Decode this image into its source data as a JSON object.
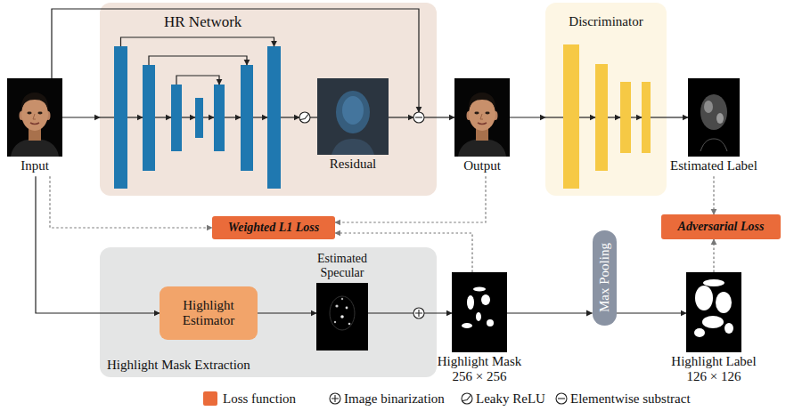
{
  "diagram": {
    "nodes": [
      {
        "text": [
          "Input"
        ]
      },
      {
        "text": [
          "HR Network"
        ]
      },
      {
        "text": [
          "Residual"
        ],
        "in": 1
      },
      {
        "text": [
          "Output"
        ]
      },
      {
        "text": [
          "Discriminator"
        ]
      },
      {
        "text": [
          "Estimated Label"
        ]
      },
      {
        "text": [
          "Weighted L1 Loss"
        ]
      },
      {
        "text": [
          "Adversarial Loss"
        ]
      },
      {
        "text": [
          "Highlight Mask Extraction"
        ]
      },
      {
        "text": [
          "Highlight Estimator"
        ],
        "in": 8
      },
      {
        "text": [
          "Estimated Specular"
        ],
        "in": 8
      },
      {
        "text": [
          "Highlight Mask",
          "256 × 256"
        ]
      },
      {
        "text": [
          "Max Pooling"
        ]
      },
      {
        "text": [
          "Highlight Label",
          "126 × 126"
        ]
      }
    ],
    "edges": [
      {
        "from": 0,
        "to": 1,
        "arrow": "to"
      },
      {
        "from": 1,
        "to": 3,
        "arrow": "to"
      },
      {
        "from": 3,
        "to": 4,
        "arrow": "to"
      },
      {
        "from": 4,
        "to": 5,
        "arrow": "to"
      },
      {
        "from": 5,
        "to": 7,
        "arrow": "to"
      },
      {
        "from": 13,
        "to": 7,
        "arrow": "to"
      },
      {
        "from": 0,
        "to": 6,
        "arrow": "to"
      },
      {
        "from": 3,
        "to": 6,
        "arrow": "to"
      },
      {
        "from": 11,
        "to": 6,
        "arrow": "to"
      },
      {
        "from": 0,
        "to": 9,
        "arrow": "to"
      },
      {
        "from": 9,
        "to": 10,
        "arrow": "to"
      },
      {
        "from": 10,
        "to": 11,
        "arrow": "to"
      },
      {
        "from": 11,
        "to": 12,
        "arrow": "to"
      },
      {
        "from": 12,
        "to": 13,
        "arrow": "to"
      }
    ],
    "legend": [
      {
        "text": "Loss function",
        "color": "#ea6b3a"
      },
      {
        "text": "Image binarization"
      },
      {
        "text": "Leaky ReLU"
      },
      {
        "text": "Elementwise substract"
      }
    ]
  }
}
